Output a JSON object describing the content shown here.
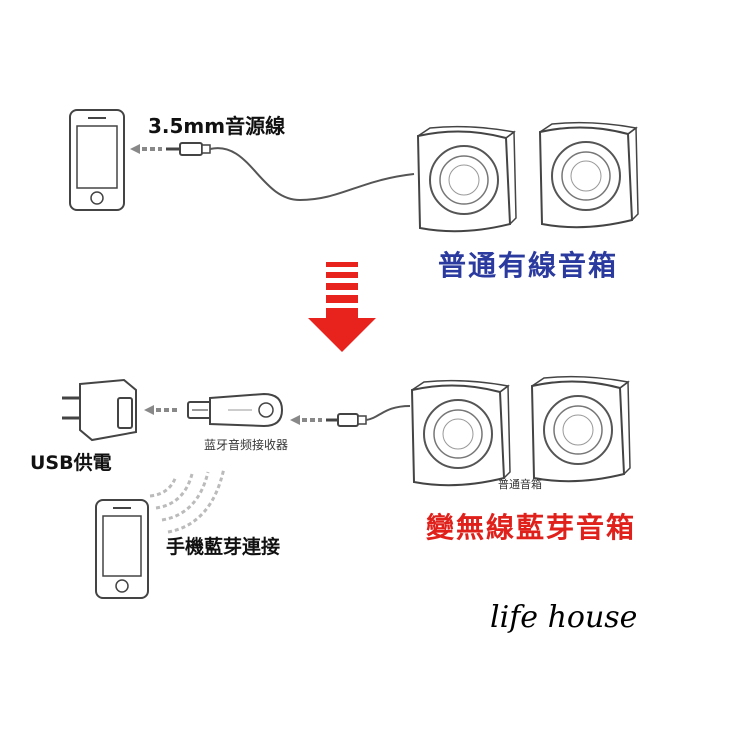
{
  "labels": {
    "cable": "3.5mm音源線",
    "wired_speaker": "普通有線音箱",
    "receiver": "蓝牙音频接收器",
    "usb_power": "USB供電",
    "speaker_small": "普通音箱",
    "wireless_speaker": "變無線藍芽音箱",
    "bt_pair": "手機藍芽連接",
    "brand": "life house"
  },
  "colors": {
    "wired_title": "#2b3a9e",
    "wireless_title": "#e0201b",
    "arrow": "#e8231d",
    "line_art": "#444444"
  }
}
